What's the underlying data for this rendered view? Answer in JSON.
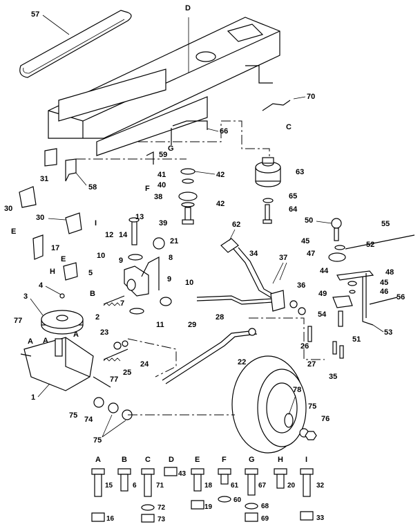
{
  "callouts": [
    "57",
    "D",
    "70",
    "C",
    "66",
    "G",
    "59",
    "F",
    "31",
    "58",
    "41",
    "42",
    "40",
    "38",
    "42",
    "39",
    "63",
    "65",
    "64",
    "30",
    "30",
    "I",
    "E",
    "17",
    "H",
    "E",
    "5",
    "B",
    "13",
    "14",
    "12",
    "21",
    "9",
    "8",
    "10",
    "9",
    "10",
    "7",
    "2",
    "11",
    "29",
    "28",
    "62",
    "34",
    "37",
    "36",
    "4",
    "3",
    "77",
    "A",
    "A",
    "A",
    "23",
    "24",
    "22",
    "25",
    "77",
    "1",
    "75",
    "74",
    "75",
    "78",
    "75",
    "76",
    "50",
    "55",
    "45",
    "52",
    "47",
    "44",
    "48",
    "45",
    "46",
    "49",
    "54",
    "56",
    "51",
    "53",
    "26",
    "27",
    "35"
  ],
  "hardware": {
    "letters": [
      "A",
      "B",
      "C",
      "D",
      "E",
      "F",
      "G",
      "H",
      "I"
    ],
    "bolt_numbers": [
      "15",
      "6",
      "71",
      "43",
      "18",
      "61",
      "67",
      "20",
      "32"
    ],
    "lower_numbers": [
      "16",
      "72",
      "73",
      "19",
      "60",
      "68",
      "69",
      "33"
    ]
  }
}
